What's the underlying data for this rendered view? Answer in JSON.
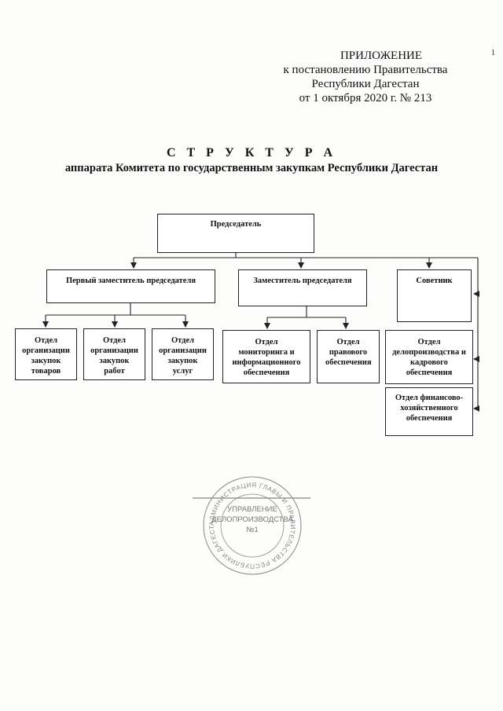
{
  "corner_mark": "1",
  "appendix": {
    "line1": "ПРИЛОЖЕНИЕ",
    "line2": "к постановлению Правительства",
    "line3": "Республики Дагестан",
    "line4": "от 1 октября 2020 г. № 213"
  },
  "title": {
    "line1": "С Т Р У К Т У Р А",
    "line2": "аппарата Комитета по государственным закупкам Республики Дагестан"
  },
  "org": {
    "chairman": "Председатель",
    "first_deputy": "Первый заместитель председателя",
    "deputy": "Заместитель председателя",
    "advisor": "Советник",
    "dept_goods": "Отдел организации закупок товаров",
    "dept_works": "Отдел организации закупок работ",
    "dept_services": "Отдел организации закупок услуг",
    "dept_monitoring": "Отдел мониторинга и информационного обеспечения",
    "dept_legal": "Отдел правового обеспечения",
    "dept_records": "Отдел делопроизводства и кадрового обеспечения",
    "dept_finance": "Отдел финансово-хозяйственного обеспечения"
  },
  "stamp": {
    "ring_text": "АДМИНИСТРАЦИЯ ГЛАВЫ И ПРАВИТЕЛЬСТВА РЕСПУБЛИКИ ДАГЕСТАН",
    "line1": "УПРАВЛЕНИЕ",
    "line2": "ДЕЛОПРОИЗВОДСТВА",
    "line3": "№1"
  },
  "colors": {
    "ink": "#111111",
    "stamp": "#777777"
  }
}
